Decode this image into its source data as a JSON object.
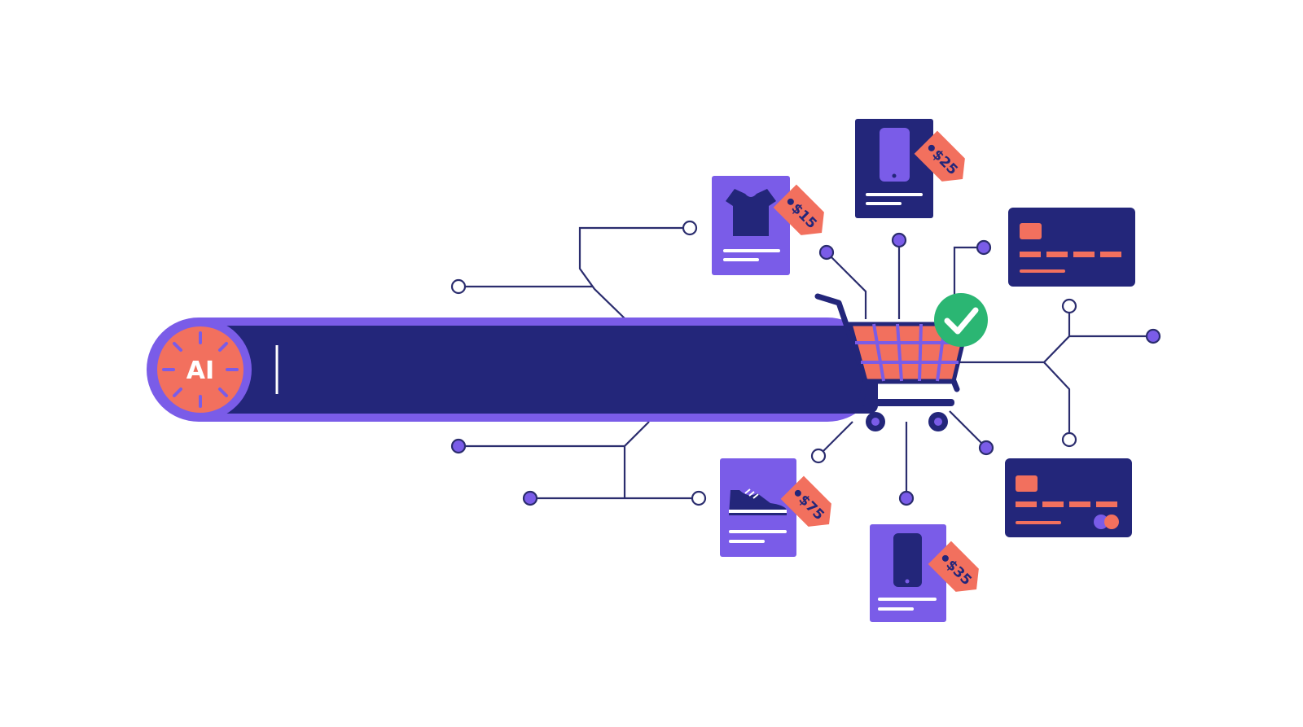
{
  "search_bar": {
    "badge_label": "AI",
    "query": ""
  },
  "products": [
    {
      "name": "t-shirt",
      "price": "$15"
    },
    {
      "name": "phone",
      "price": "$25"
    },
    {
      "name": "sneaker",
      "price": "$75"
    },
    {
      "name": "phone",
      "price": "$35"
    }
  ],
  "cart": {
    "status": "checkmark-icon"
  },
  "payment_cards": [
    {
      "name": "card-1"
    },
    {
      "name": "card-2"
    }
  ],
  "colors": {
    "navy": "#23267a",
    "purple": "#7a5ce8",
    "coral": "#f2705e",
    "green": "#2bb673",
    "line": "#2b2d6e"
  }
}
